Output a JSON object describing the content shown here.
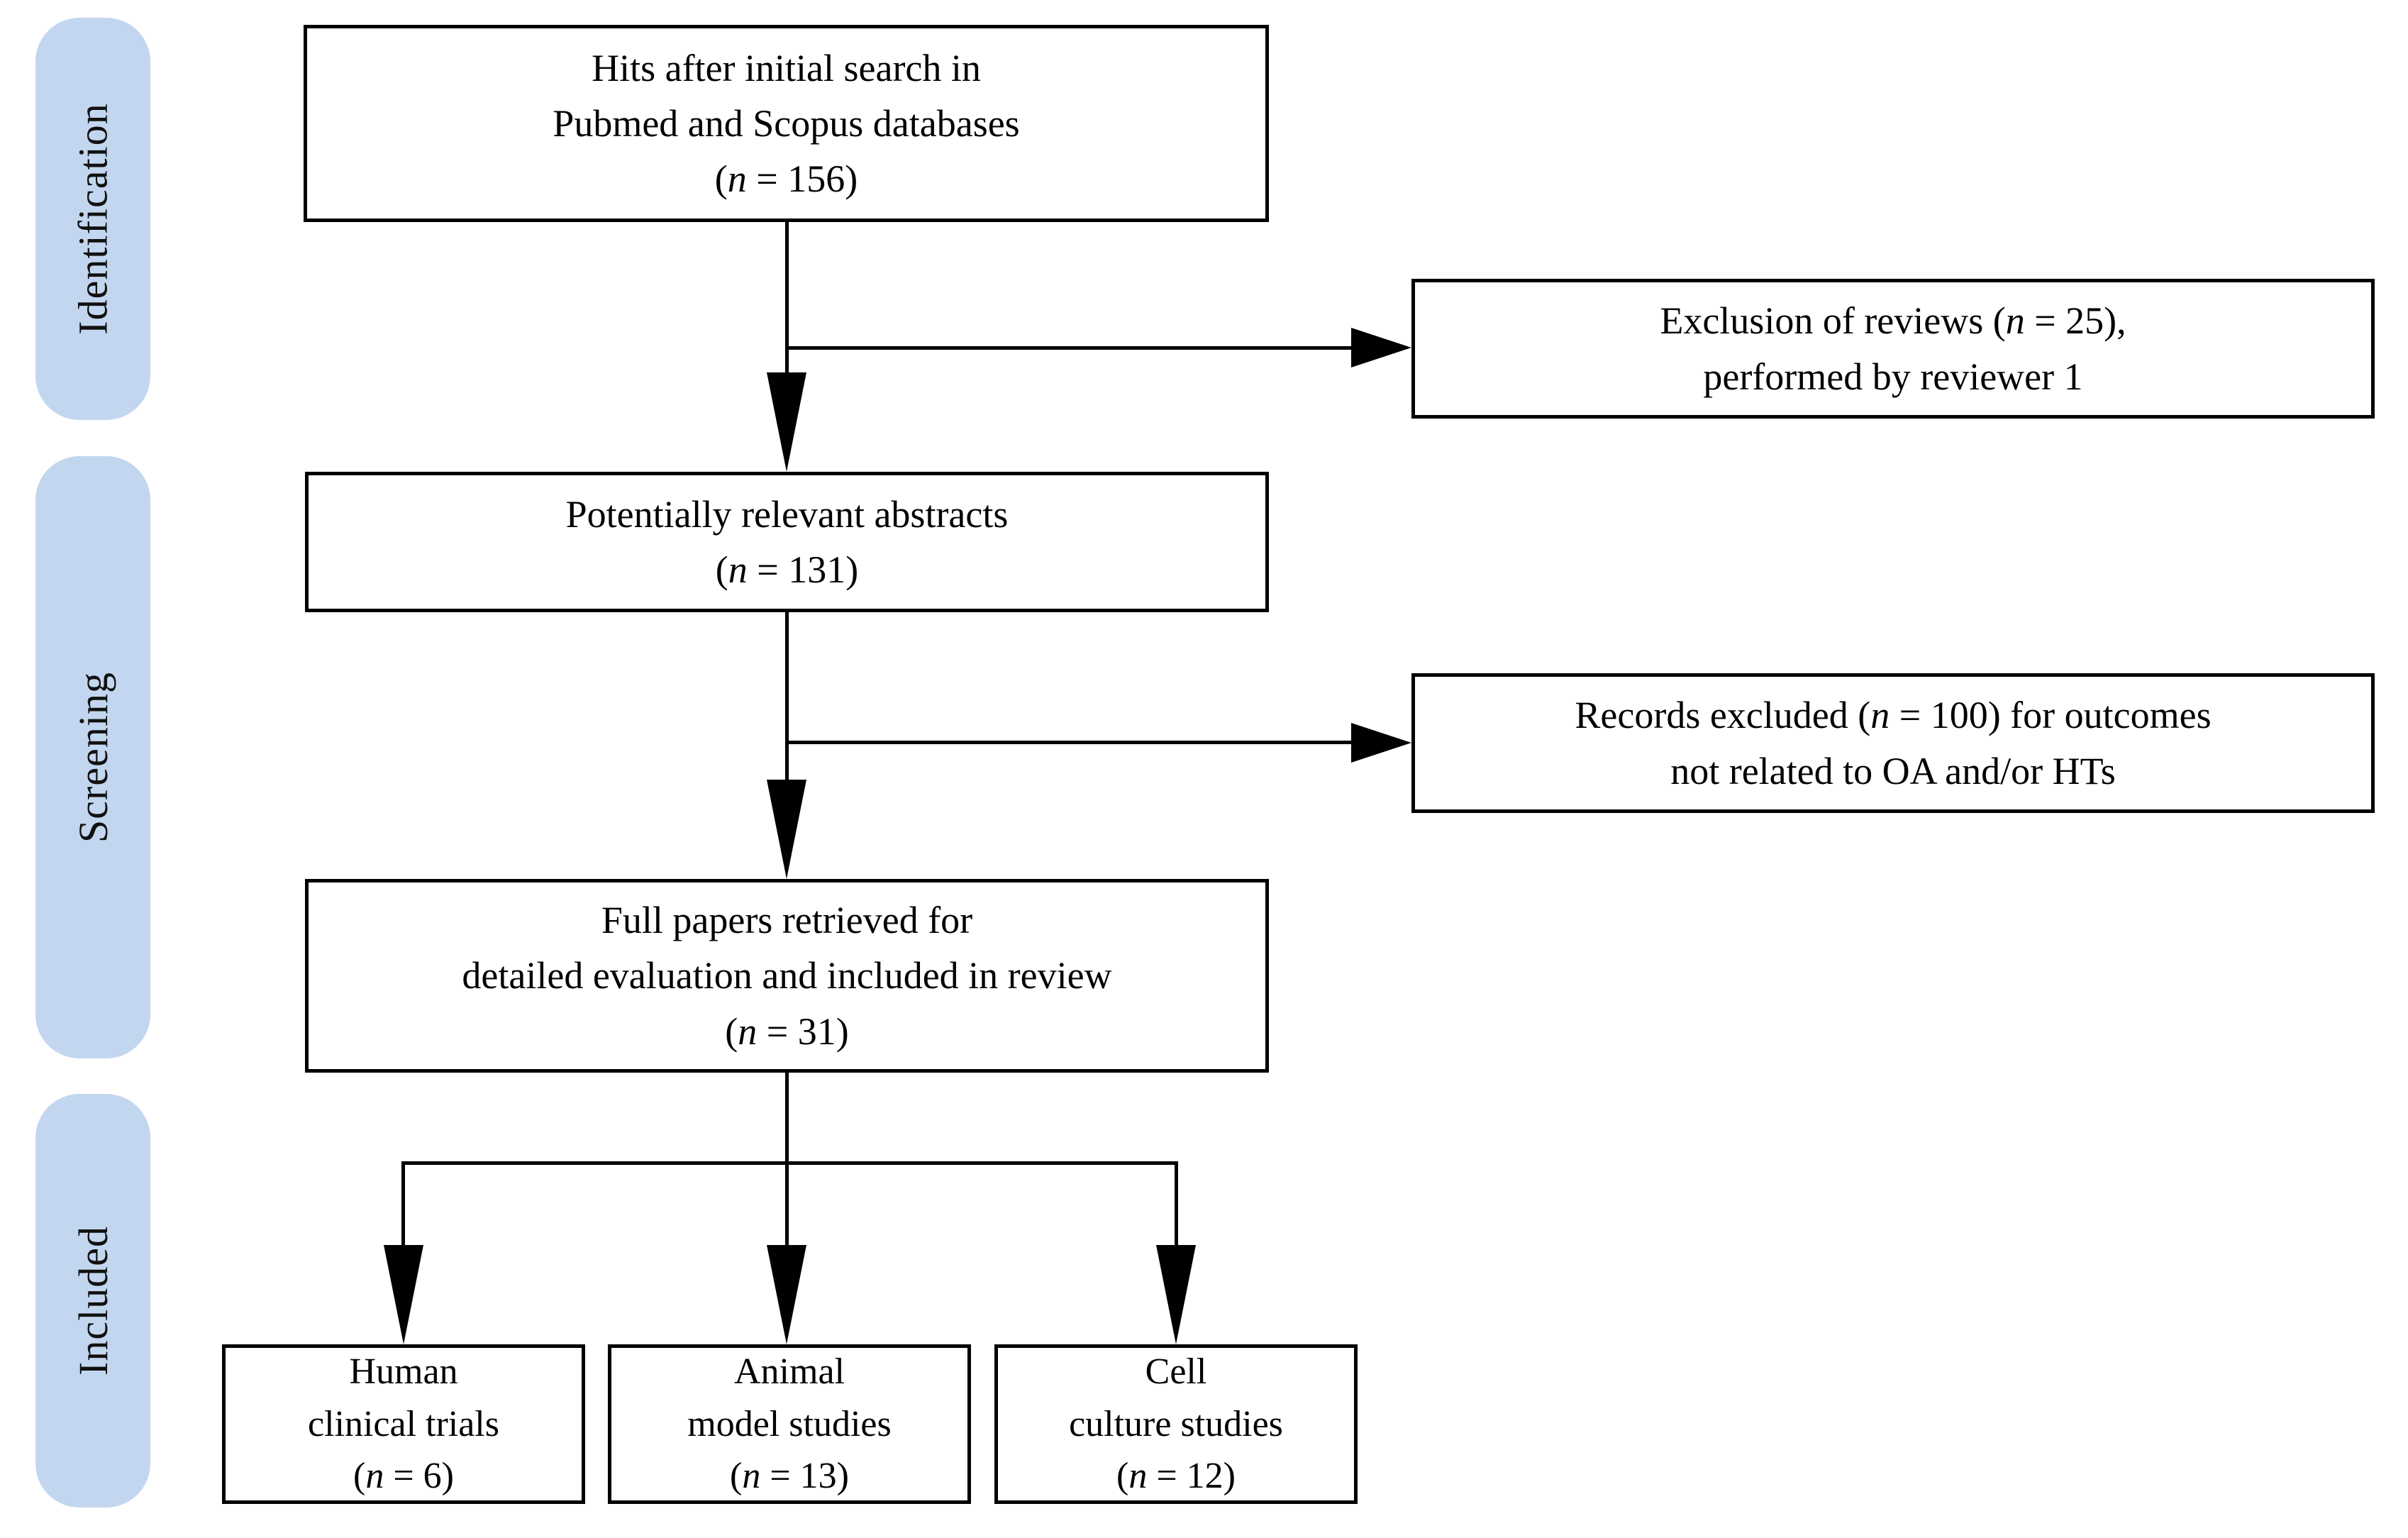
{
  "colors": {
    "background": "#ffffff",
    "stage_pill_fill": "#c3d6ef",
    "box_border": "#000000",
    "box_fill": "#ffffff",
    "text": "#000000",
    "arrow": "#000000"
  },
  "stages": [
    {
      "label": "Identification"
    },
    {
      "label": "Screening"
    },
    {
      "label": "Included"
    }
  ],
  "boxes": {
    "hits": {
      "line1": "Hits after initial search in",
      "line2": "Pubmed and Scopus databases",
      "count_open": "(",
      "count_var": "n",
      "count_rest": " = 156)"
    },
    "excl_reviews": {
      "pre": "Exclusion of reviews (",
      "var": "n",
      "post": " = 25),",
      "line2": "performed by reviewer 1"
    },
    "abstracts": {
      "line1": "Potentially relevant abstracts",
      "count_open": "(",
      "count_var": "n",
      "count_rest": " = 131)"
    },
    "excl_records": {
      "pre": "Records excluded (",
      "var": "n",
      "post": " = 100) for outcomes",
      "line2": "not related to OA and/or HTs"
    },
    "fullpapers": {
      "line1": "Full papers retrieved for",
      "line2": "detailed evaluation and included in review",
      "count_open": "(",
      "count_var": "n",
      "count_rest": " = 31)"
    },
    "human": {
      "line1": "Human",
      "line2": "clinical trials",
      "count_open": "(",
      "count_var": "n",
      "count_rest": " = 6)"
    },
    "animal": {
      "line1": "Animal",
      "line2": "model studies",
      "count_open": "(",
      "count_var": "n",
      "count_rest": " = 13)"
    },
    "cell": {
      "line1": "Cell",
      "line2": "culture studies",
      "count_open": "(",
      "count_var": "n",
      "count_rest": " = 12)"
    }
  }
}
